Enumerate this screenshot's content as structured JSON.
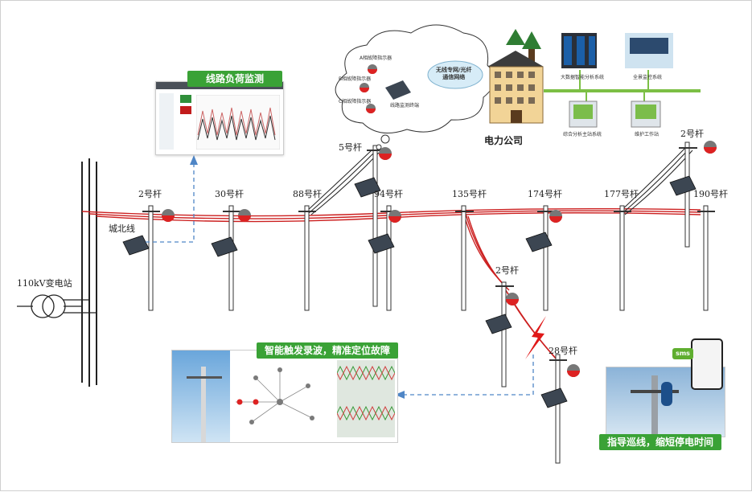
{
  "station": {
    "label": "110kV变电站"
  },
  "line": {
    "name": "城北线"
  },
  "poles": [
    "2号杆",
    "30号杆",
    "88号杆",
    "5号杆",
    "94号杆",
    "135号杆",
    "174号杆",
    "177号杆",
    "2号杆",
    "190号杆",
    "2号杆",
    "28号杆"
  ],
  "company": {
    "name": "电力公司"
  },
  "cloud": {
    "network": "无线专网/光纤\n通信网络",
    "items": [
      "A相故障指示器",
      "B相故障指示器",
      "C相故障指示器"
    ],
    "terminal": "线路监测终端"
  },
  "center": {
    "big_data": "大数据智能分析系统",
    "monitor": "全景监控系统",
    "master": "综合分析主站系统",
    "workstation": "维护工作站"
  },
  "banners": {
    "load": "线路负荷监测",
    "fault": "智能触发录波，精准定位故障",
    "patrol": "指导巡线，缩短停电时间"
  },
  "sms": {
    "badge": "sms"
  },
  "colors": {
    "line_red": "#cc2020",
    "banner_green": "#3aa236",
    "dash_blue": "#4f86c6"
  }
}
